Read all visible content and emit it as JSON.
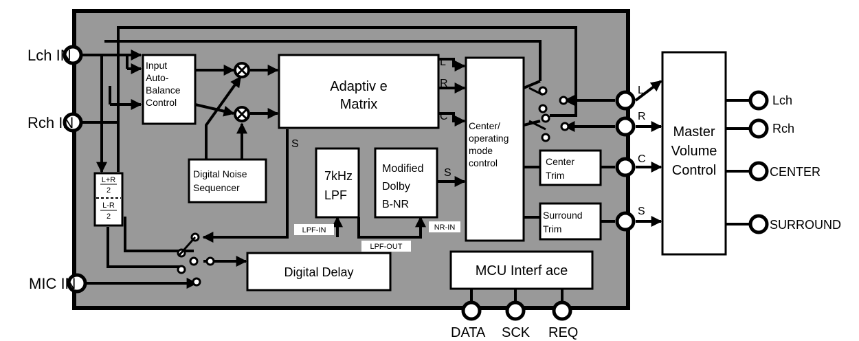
{
  "external": {
    "lch_in": "Lch IN",
    "rch_in": "Rch IN",
    "mic_in": "MIC IN",
    "out_lch": "Lch",
    "out_rch": "Rch",
    "out_center": "CENTER",
    "out_surround": "SURROUND",
    "data": "DATA",
    "sck": "SCK",
    "req": "REQ"
  },
  "blocks": {
    "auto_balance": [
      "Input",
      "Auto-",
      "Balance",
      "Control"
    ],
    "adaptive_matrix": [
      "Adaptiv e",
      "Matrix"
    ],
    "digital_noise": [
      "Digital Noise",
      "Sequencer"
    ],
    "sum_top": "L+R",
    "sum_top_div": "2",
    "sum_bottom": "L-R",
    "sum_bottom_div": "2",
    "lpf": [
      "7kHz",
      "LPF"
    ],
    "dolby": [
      "Modified",
      "Dolby",
      "B-NR"
    ],
    "center_mode": [
      "Center/",
      "operating",
      "mode",
      "control"
    ],
    "center_trim": [
      "Center",
      "Trim"
    ],
    "surround_trim": [
      "Surround",
      "Trim"
    ],
    "digital_delay": "Digital Delay",
    "mcu_interface": "MCU Interf ace",
    "master_volume": [
      "Master",
      "Volume",
      "Control"
    ]
  },
  "signals": {
    "matrix_l": "L",
    "matrix_r": "R",
    "matrix_c": "C",
    "matrix_s": "S",
    "dolby_s": "S",
    "out_l": "L",
    "out_r": "R",
    "out_c": "C",
    "out_s": "S"
  },
  "test_pins": {
    "lpf_in": "LPF-IN",
    "lpf_out": "LPF-OUT",
    "nr_in": "NR-IN"
  },
  "colors": {
    "chip_fill": "#999999",
    "block_fill": "#ffffff",
    "line": "#000000"
  }
}
